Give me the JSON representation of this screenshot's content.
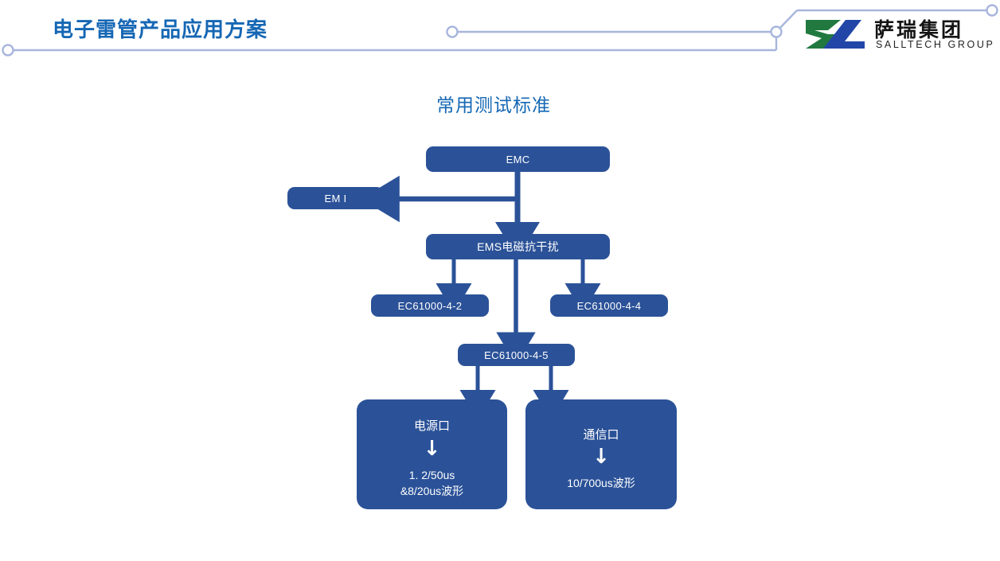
{
  "header": {
    "slide_title": "电子雷管产品应用方案",
    "title_color": "#1567b4",
    "deco_line_color": "#a8b6dc"
  },
  "logo": {
    "name_cn": "萨瑞集团",
    "name_en": "SALLTECH GROUP",
    "mark_green": "#21793f",
    "mark_blue": "#2146a8"
  },
  "section": {
    "title": "常用测试标准"
  },
  "flow": {
    "node_fill": "#2b5298",
    "edge_color": "#2b5298",
    "nodes": {
      "emc": "EMC",
      "emi": "EM I",
      "ems": "EMS电磁抗干扰",
      "std_4_2": "EC61000-4-2",
      "std_4_4": "EC61000-4-4",
      "std_4_5": "EC61000-4-5",
      "power_port": {
        "title": "电源口",
        "arrow": "↓",
        "wave_line1": "1. 2/50us",
        "wave_line2": "&8/20us波形"
      },
      "comm_port": {
        "title": "通信口",
        "arrow": "↓",
        "wave_line1": "10/700us波形"
      }
    }
  }
}
